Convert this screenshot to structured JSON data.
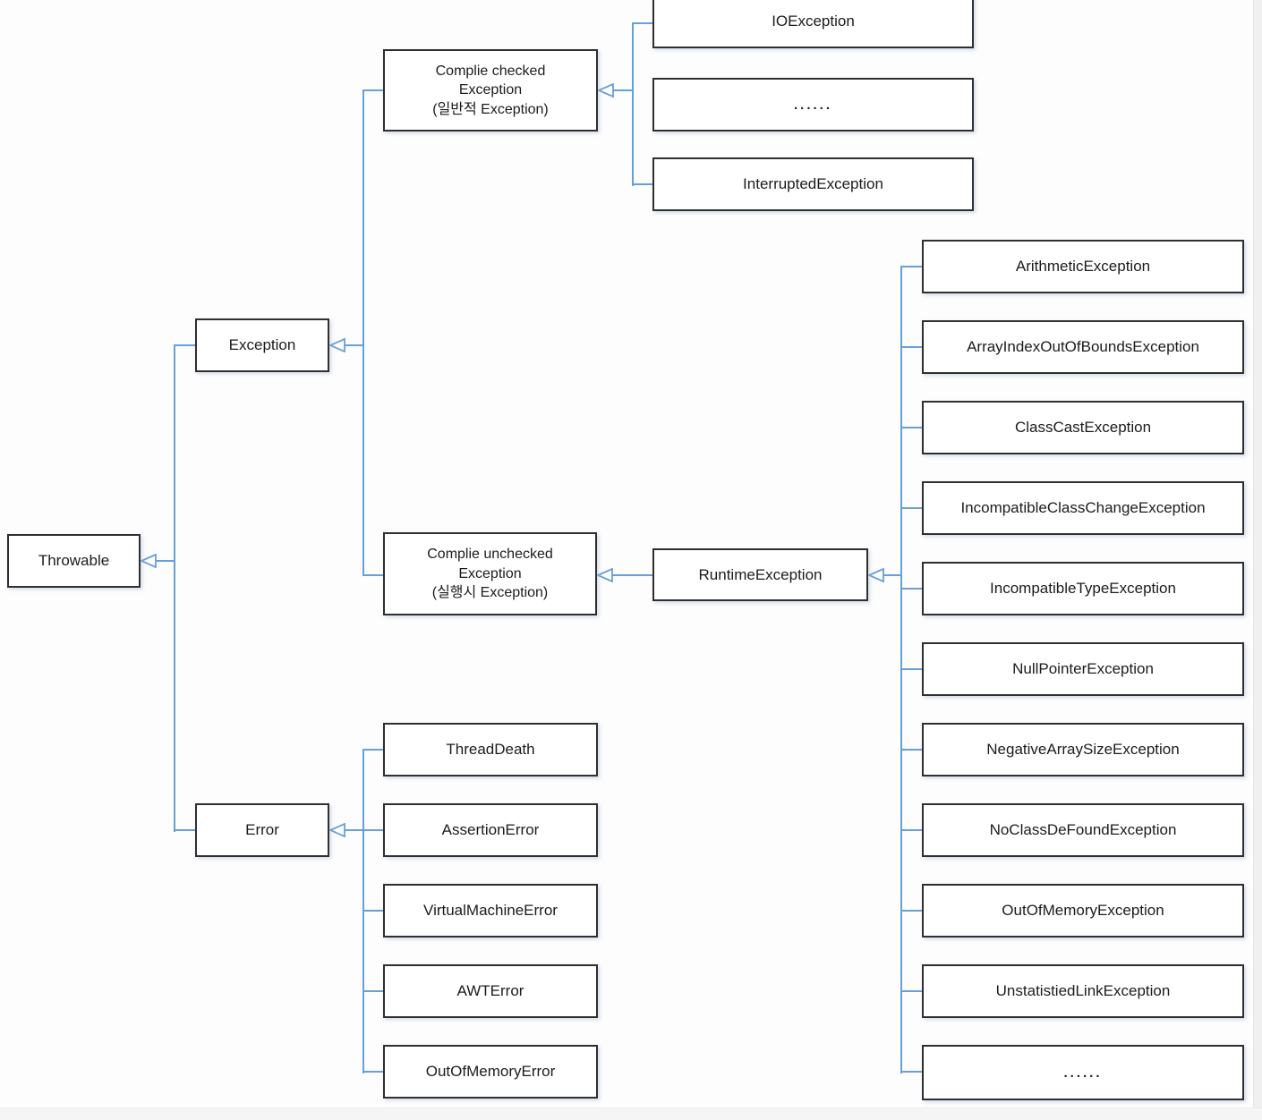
{
  "colors": {
    "connector_blue": "#66a0d8",
    "box_border": "#2f2f2f",
    "box_fill": "#ffffff",
    "background": "#fdfdfe",
    "scrollbar_track": "#f0f0f0",
    "bottom_bar": "#f5f5f5"
  },
  "nodes": {
    "throwable": {
      "label": "Throwable"
    },
    "exception": {
      "label": "Exception"
    },
    "error": {
      "label": "Error"
    },
    "checked": {
      "line1": "Complie checked",
      "line2": "Exception",
      "line3": "(일반적 Exception)"
    },
    "unchecked": {
      "line1": "Complie unchecked",
      "line2": "Exception",
      "line3": "(실행시 Exception)"
    },
    "runtime": {
      "label": "RuntimeException"
    },
    "checked_children": [
      {
        "label": "IOException"
      },
      {
        "label": "......"
      },
      {
        "label": "InterruptedException"
      }
    ],
    "runtime_children": [
      {
        "label": "ArithmeticException"
      },
      {
        "label": "ArrayIndexOutOfBoundsException"
      },
      {
        "label": "ClassCastException"
      },
      {
        "label": "IncompatibleClassChangeException"
      },
      {
        "label": "IncompatibleTypeException"
      },
      {
        "label": "NullPointerException"
      },
      {
        "label": "NegativeArraySizeException"
      },
      {
        "label": "NoClassDeFoundException"
      },
      {
        "label": "OutOfMemoryException"
      },
      {
        "label": "UnstatistiedLinkException"
      },
      {
        "label": "......"
      }
    ],
    "error_children": [
      {
        "label": "ThreadDeath"
      },
      {
        "label": "AssertionError"
      },
      {
        "label": "VirtualMachineError"
      },
      {
        "label": "AWTError"
      },
      {
        "label": "OutOfMemoryError"
      }
    ]
  }
}
